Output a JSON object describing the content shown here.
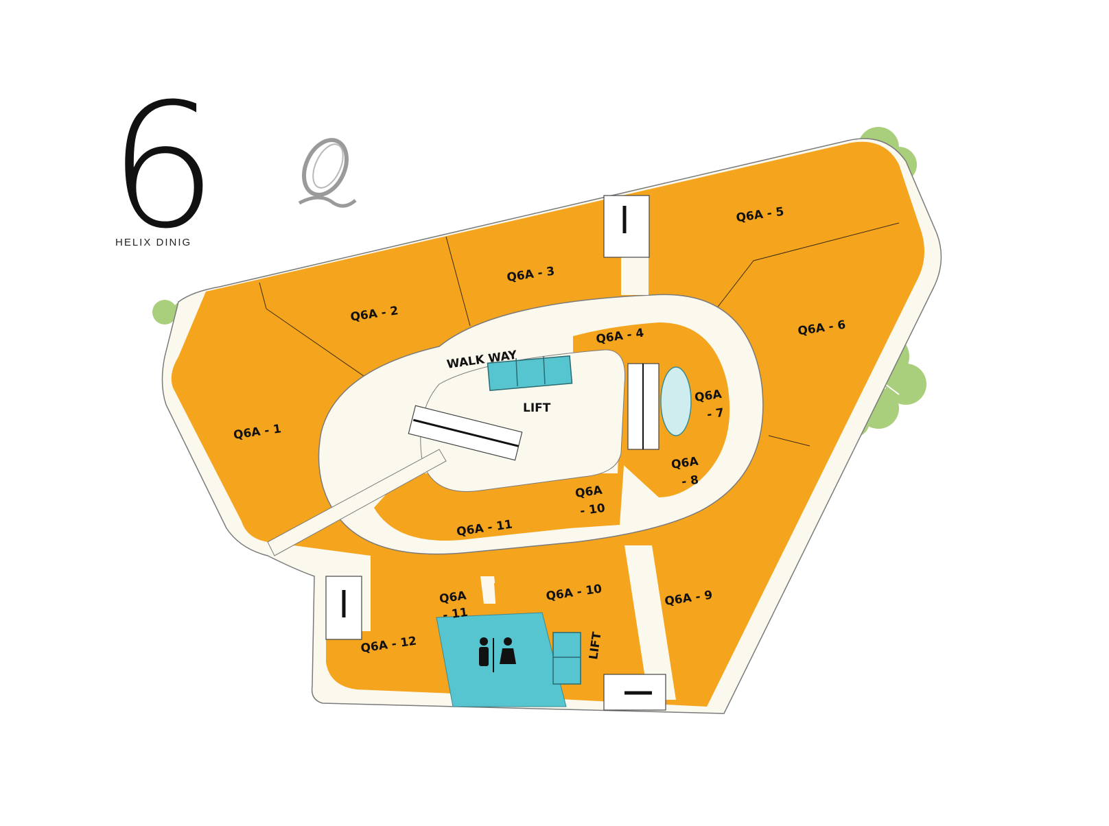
{
  "header": {
    "floor_number": "6",
    "subtitle": "HELIX DINIG"
  },
  "icons": {
    "brand_logo": "q-monogram-logo",
    "restroom": "restroom-icon",
    "tree": "tree-icon",
    "stairs": "stairs-icon",
    "escalator": "escalator-icon"
  },
  "colors": {
    "unit": "#F5A41D",
    "walkway": "#FBF8EE",
    "service": "#56C5D0",
    "greenery": "#A9CE7C",
    "outline": "#7A7A7A",
    "logo": "#9A9A9A"
  },
  "labels": {
    "walkway": "WALK WAY",
    "lift_main": "LIFT",
    "lift_secondary": "LIFT"
  },
  "units": {
    "q1": "Q6A - 1",
    "q2": "Q6A - 2",
    "q3": "Q6A - 3",
    "q4": "Q6A - 4",
    "q5": "Q6A - 5",
    "q6": "Q6A - 6",
    "q7a": "Q6A",
    "q7b": "- 7",
    "q8a": "Q6A",
    "q8b": "- 8",
    "q9": "Q6A - 9",
    "q10_upper_a": "Q6A",
    "q10_upper_b": "- 10",
    "q11_upper": "Q6A - 11",
    "q10_lower": "Q6A - 10",
    "q11_lower_a": "Q6A",
    "q11_lower_b": "- 11",
    "q12": "Q6A - 12"
  }
}
